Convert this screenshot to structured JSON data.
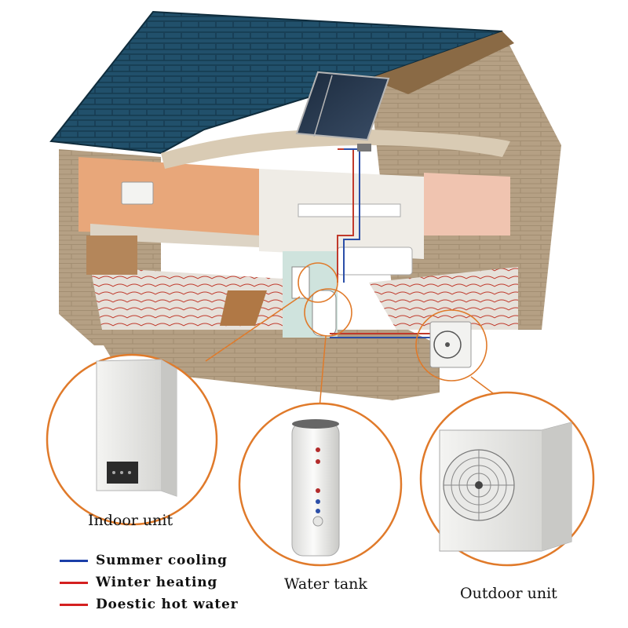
{
  "labels": {
    "indoor": "Indoor unit",
    "tank": "Water tank",
    "outdoor": "Outdoor unit"
  },
  "legend": [
    {
      "label": "Summer cooling",
      "color": "#1b3fa8"
    },
    {
      "label": "Winter heating",
      "color": "#d42020"
    },
    {
      "label": "Doestic hot water",
      "color": "#d42020"
    }
  ],
  "colors": {
    "roof": "#1f4a63",
    "wall": "#b39e82",
    "callout_ring": "#e07a2a",
    "pipe_red": "#c0392b",
    "pipe_blue": "#2c4fa8"
  }
}
